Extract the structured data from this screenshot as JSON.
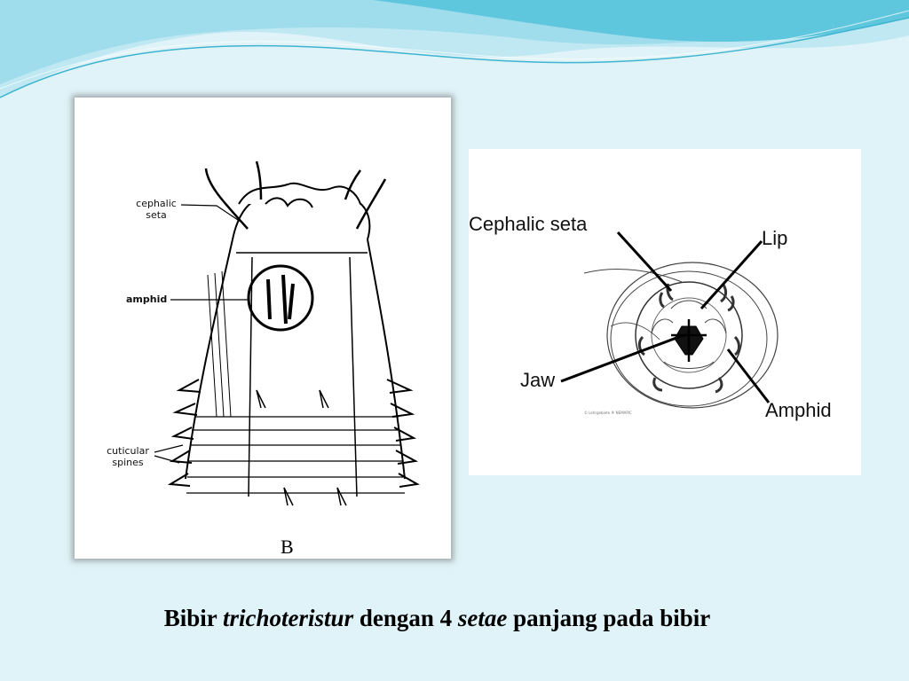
{
  "left_diagram": {
    "labels": {
      "cephalic_seta": "cephalic seta",
      "amphid": "amphid",
      "cuticular_spines": "cuticular spines",
      "panel_mark": "B"
    }
  },
  "right_diagram": {
    "labels": {
      "cephalic_seta": "Cephalic seta",
      "lip": "Lip",
      "jaw": "Jaw",
      "amphid": "Amphid"
    },
    "credit": "© Lehrgebiete ® NEMAPIC"
  },
  "caption": {
    "part1": "Bibir ",
    "part2": "trichoteristur",
    "part3": " dengan 4 ",
    "part4": "setae",
    "part5": " panjang pada bibir"
  },
  "colors": {
    "background": "#dff3f8",
    "wave_light": "#bfe8f2",
    "wave_dark": "#5ec6dd"
  }
}
